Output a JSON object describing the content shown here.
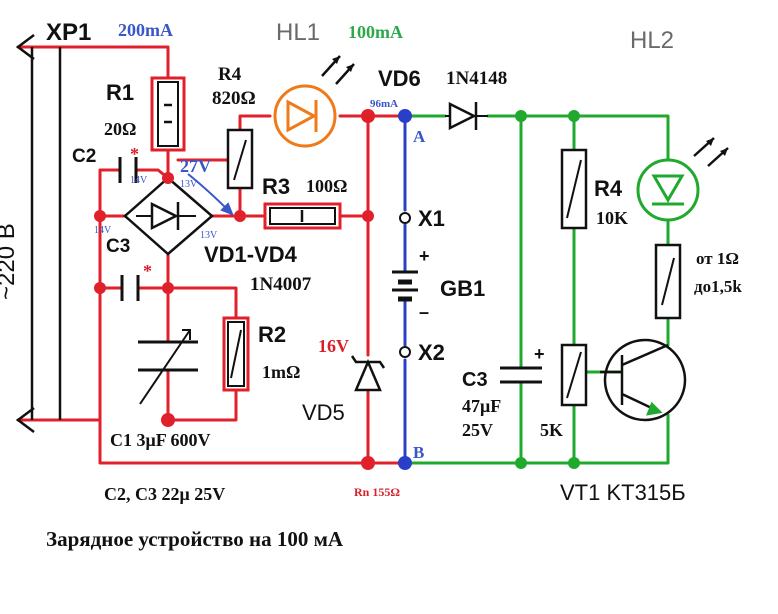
{
  "colors": {
    "ac_wire": "#e0202a",
    "battery_wire": "#2a3fc8",
    "indicator_wire": "#1faa2e",
    "led_orange": "#f07a18",
    "component": "#111111",
    "label_blue": "#3a56c8",
    "label_green": "#2ea84a",
    "label_red": "#d8202a",
    "ghost": "#6a6a6a"
  },
  "labels": {
    "xp1": "XP1",
    "xp1_current": "200mA",
    "hl1": "HL1",
    "hl1_current": "100mA",
    "hl2": "HL2",
    "r1": "R1",
    "r1_value": "20Ω",
    "r4_top": "R4",
    "r4_top_value": "820Ω",
    "vd6": "VD6",
    "vd6_current": "96mA",
    "vd6_part": "1N4148",
    "node_a": "A",
    "node_b": "B",
    "c2": "C2",
    "c3_left": "C3",
    "v14_a": "14V",
    "v14_b": "14V",
    "v13_a": "13V",
    "v13_b": "13V",
    "v27": "27V",
    "r3": "R3",
    "r3_value": "100Ω",
    "bridge": "VD1-VD4",
    "bridge_part": "1N4007",
    "x1": "X1",
    "x2": "X2",
    "gb1": "GB1",
    "plus_batt": "+",
    "minus_batt": "–",
    "plus_cap": "+",
    "mains": "~220 B",
    "r2": "R2",
    "r2_value": "1mΩ",
    "v16": "16V",
    "vd5": "VD5",
    "c1": "C1 3μF 600V",
    "rn": "Rn 155Ω",
    "c2c3": "C2, C3 22μ 25V",
    "r4_right": "R4",
    "r4_right_value": "10K",
    "hl2_res_1": "от 1Ω",
    "hl2_res_2": "до1,5k",
    "c3_right": "C3",
    "c3_right_value1": "47μF",
    "c3_right_value2": "25V",
    "pot_value": "5K",
    "vt1": "VT1 KT315Б",
    "star1": "*",
    "star2": "*",
    "caption": "Зарядное устройство на 100 мА"
  }
}
